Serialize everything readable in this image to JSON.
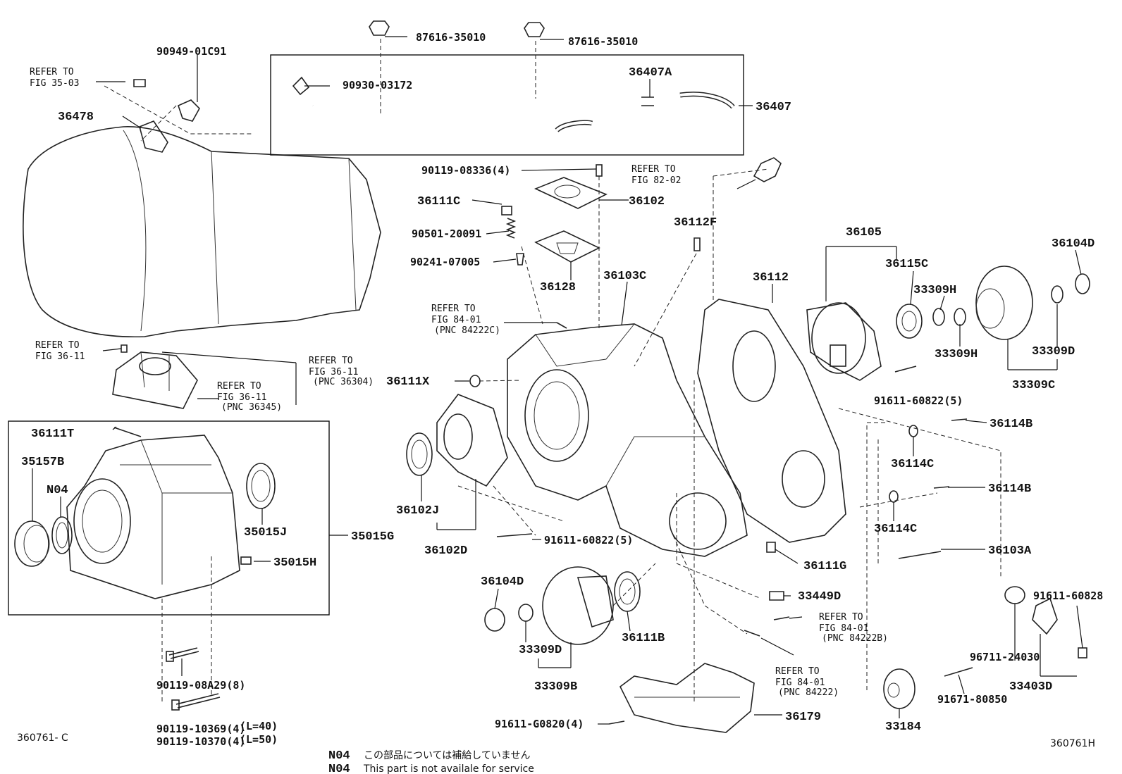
{
  "diagram": {
    "figure_id_left": "360761- C",
    "figure_id_right": "360761H",
    "notes": [
      {
        "code": "N04",
        "text": "この部品については補給していません"
      },
      {
        "code": "N04",
        "text": "This part is not availale for service"
      }
    ],
    "refs": {
      "fig_35_03_a": "REFER TO",
      "fig_35_03_b": "FIG 35-03",
      "fig_82_02_a": "REFER TO",
      "fig_82_02_b": "FIG 82-02",
      "fig_84_01_top_a": "REFER TO",
      "fig_84_01_top_b": "FIG 84-01",
      "fig_84_01_top_c": "(PNC 84222C)",
      "fig_36_11_left_a": "REFER TO",
      "fig_36_11_left_b": "FIG 36-11",
      "fig_36_11_r1_a": "REFER TO",
      "fig_36_11_r1_b": "FIG 36-11",
      "fig_36_11_r1_c": "(PNC 36304)",
      "fig_36_11_r2_a": "REFER TO",
      "fig_36_11_r2_b": "FIG 36-11",
      "fig_36_11_r2_c": "(PNC 36345)",
      "fig_84_01_b_a": "REFER TO",
      "fig_84_01_b_b": "FIG 84-01",
      "fig_84_01_b_c": "(PNC 84222B)",
      "fig_84_01_c_a": "REFER TO",
      "fig_84_01_c_b": "FIG 84-01",
      "fig_84_01_c_c": "(PNC 84222)"
    },
    "parts": {
      "p87616_a": "87616-35010",
      "p87616_b": "87616-35010",
      "p90949": "90949-01C91",
      "p90930": "90930-03172",
      "p36407A": "36407A",
      "p36407": "36407",
      "p36478": "36478",
      "p90119_08336": "90119-08336(4)",
      "p36111C": "36111C",
      "p36102": "36102",
      "p90501": "90501-20091",
      "p90241": "90241-07005",
      "p36128": "36128",
      "p36112F": "36112F",
      "p36105": "36105",
      "p36104D_r": "36104D",
      "p36115C": "36115C",
      "p33309H_a": "33309H",
      "p33309H_b": "33309H",
      "p33309D_r": "33309D",
      "p33309C": "33309C",
      "p36112": "36112",
      "p36103C": "36103C",
      "p36111X": "36111X",
      "p91611_60822_a": "91611-60822(5)",
      "p36114B_a": "36114B",
      "p36114C_a": "36114C",
      "p36114B_b": "36114B",
      "p36114C_b": "36114C",
      "p36103A": "36103A",
      "p36111T": "36111T",
      "p35157B": "35157B",
      "pN04": "N04",
      "p35015J": "35015J",
      "p35015G": "35015G",
      "p35015H": "35015H",
      "p36102J": "36102J",
      "p36102D": "36102D",
      "p91611_60822_b": "91611-60822(5)",
      "p36111G": "36111G",
      "p33449D": "33449D",
      "p36104D_l": "36104D",
      "p33309D_l": "33309D",
      "p33309B": "33309B",
      "p36111B": "36111B",
      "p91611_60828": "91611-60828",
      "p96711": "96711-24030",
      "p33403D": "33403D",
      "p91671": "91671-80850",
      "p33184": "33184",
      "p36179": "36179",
      "p91611_G0820": "91611-G0820(4)",
      "p90119_08A29": "90119-08A29(8)",
      "p90119_10369": "90119-10369(4)",
      "p90119_10370": "90119-10370(4)",
      "len40": "(L=40)",
      "len50": "(L=50)"
    }
  }
}
